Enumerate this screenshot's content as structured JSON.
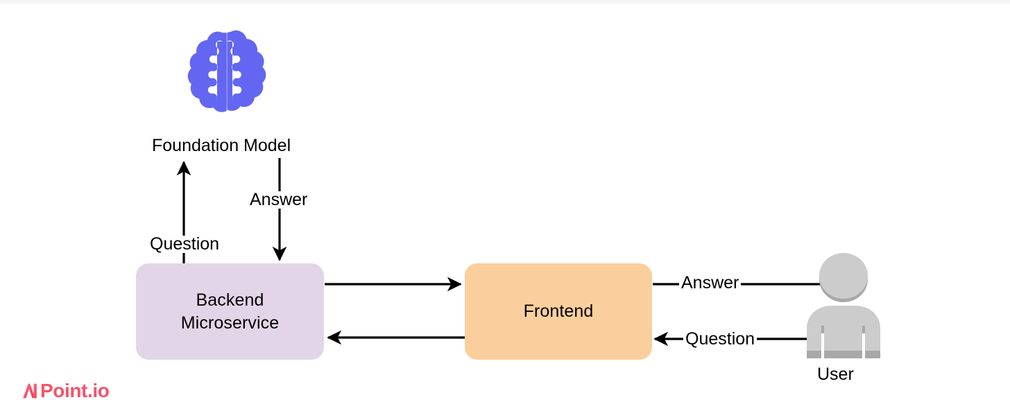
{
  "diagram": {
    "title_text": "Foundation Model",
    "nodes": [
      {
        "id": "foundation-model",
        "label": "Foundation Model",
        "type": "icon-node",
        "icon": "brain-icon",
        "color": "#6366f1"
      },
      {
        "id": "backend-microservice",
        "label": "Backend\nMicroservice",
        "line1": "Backend",
        "line2": "Microservice",
        "type": "box",
        "color": "#e3d5e8"
      },
      {
        "id": "frontend",
        "label": "Frontend",
        "type": "box",
        "color": "#fbcf9d"
      },
      {
        "id": "user",
        "label": "User",
        "type": "icon-node",
        "icon": "user-icon",
        "color": "#cccccc"
      }
    ],
    "edges": [
      {
        "id": "backend-to-model",
        "label": "Question",
        "from": "backend-microservice",
        "to": "foundation-model",
        "direction": "up"
      },
      {
        "id": "model-to-backend",
        "label": "Answer",
        "from": "foundation-model",
        "to": "backend-microservice",
        "direction": "down"
      },
      {
        "id": "backend-to-frontend",
        "label": "",
        "from": "backend-microservice",
        "to": "frontend",
        "direction": "right"
      },
      {
        "id": "frontend-to-backend",
        "label": "",
        "from": "frontend",
        "to": "backend-microservice",
        "direction": "left"
      },
      {
        "id": "frontend-to-user",
        "label": "Answer",
        "from": "frontend",
        "to": "user",
        "direction": "right"
      },
      {
        "id": "user-to-frontend",
        "label": "Question",
        "from": "user",
        "to": "frontend",
        "direction": "left"
      }
    ]
  },
  "branding": {
    "logo_text": "Point.io",
    "logo_mark": "a-monogram-icon",
    "logo_color": "#f2546a"
  },
  "colors": {
    "brain": "#6366f1",
    "backend_box": "#e3d5e8",
    "frontend_box": "#fbcf9d",
    "user_fill": "#cccccc",
    "user_shade": "#a8a8a8",
    "stroke": "#000000",
    "background": "#ffffff"
  }
}
